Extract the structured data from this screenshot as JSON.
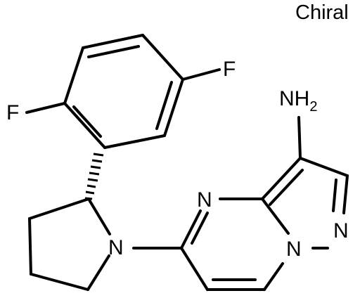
{
  "chiral_label": "Chiral",
  "atoms": {
    "fluorine_top": "F",
    "fluorine_left": "F",
    "amine_n": "NH",
    "amine_subscript": "2",
    "pyrimidine_n": "N",
    "pyrazole_n": "N",
    "bridgehead_n": "N",
    "pyrrolidine_n": "N"
  }
}
